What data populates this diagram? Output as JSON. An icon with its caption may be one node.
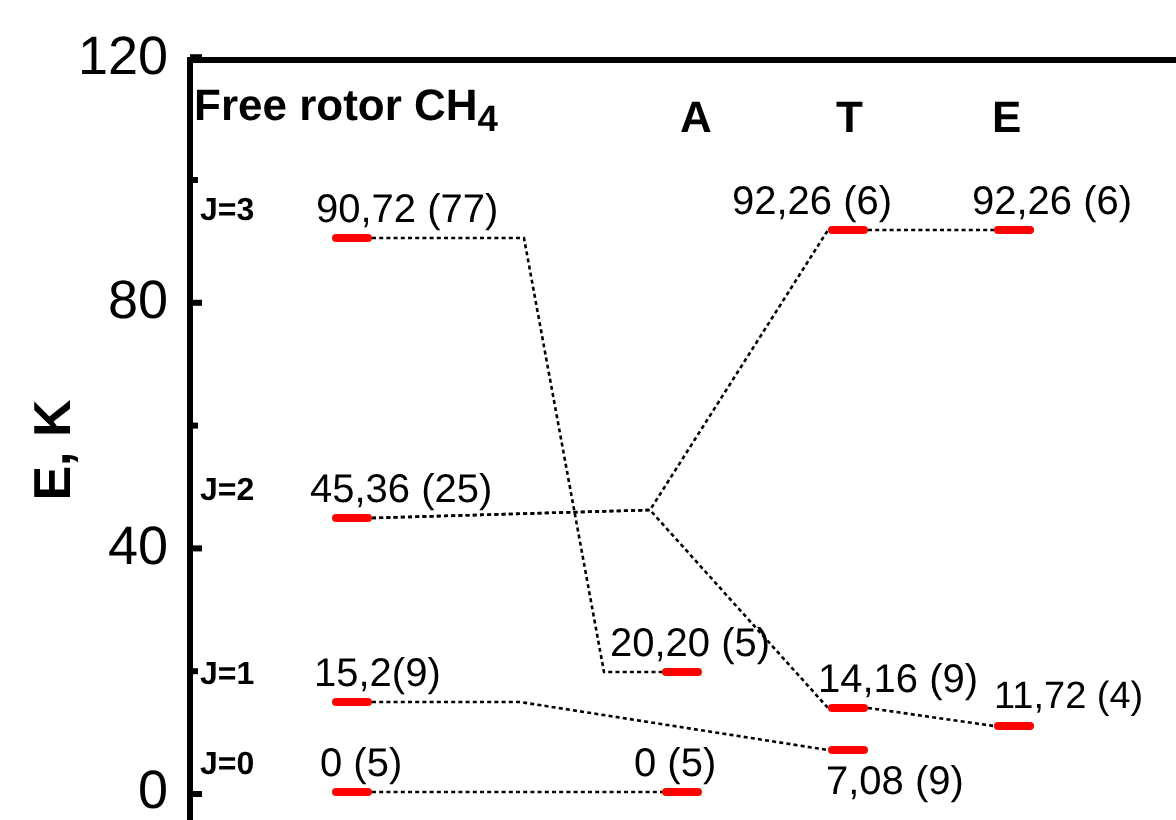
{
  "diagram": {
    "nodes": [
      {
        "text": [
          "90,72 (77)"
        ],
        "beside": [
          "J=3"
        ]
      },
      {
        "text": [
          "45,36 (25)"
        ],
        "beside": [
          "J=2"
        ]
      },
      {
        "text": [
          "15,2(9)"
        ],
        "beside": [
          "J=1"
        ]
      },
      {
        "text": [
          "0 (5)"
        ],
        "beside": [
          "J=0"
        ]
      },
      {
        "text": [
          "20,20 (5)"
        ]
      },
      {
        "text": [
          "0 (5)"
        ]
      },
      {
        "text": [
          "92,26 (6)"
        ]
      },
      {
        "text": [
          "14,16 (9)"
        ]
      },
      {
        "text": [
          "7,08 (9)"
        ]
      },
      {
        "text": [
          "92,26 (6)"
        ]
      },
      {
        "text": [
          "11,72 (4)"
        ]
      }
    ],
    "edges": [
      {
        "from": 0,
        "to": 4,
        "arrow": "none",
        "style": "dashed"
      },
      {
        "from": 1,
        "to": 6,
        "arrow": "none",
        "style": "dashed"
      },
      {
        "from": 1,
        "to": 7,
        "arrow": "none",
        "style": "dashed"
      },
      {
        "from": 2,
        "to": 8,
        "arrow": "none",
        "style": "dashed"
      },
      {
        "from": 3,
        "to": 5,
        "arrow": "none",
        "style": "dashed"
      },
      {
        "from": 6,
        "to": 9,
        "arrow": "none",
        "style": "dashed"
      },
      {
        "from": 7,
        "to": 10,
        "arrow": "none",
        "style": "dashed"
      }
    ],
    "labels": [
      "Free rotor CH$_{4}$",
      "A",
      "T",
      "E",
      "E, K",
      "120",
      "80",
      "40",
      "0"
    ]
  }
}
